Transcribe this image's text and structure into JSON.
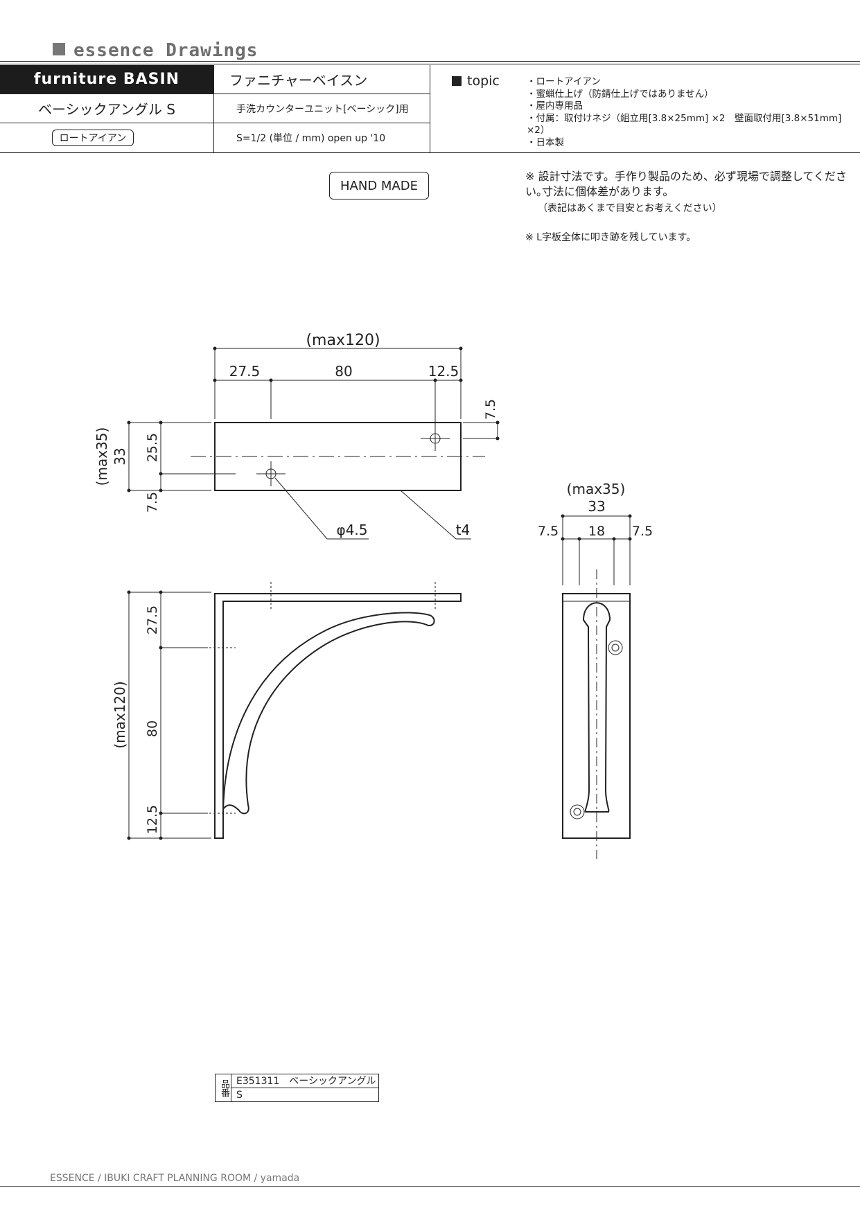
{
  "brand": "essence Drawings",
  "header": {
    "series_en": "furniture BASIN",
    "series_jp": "ファニチャーベイスン",
    "product": "ベーシックアングル S",
    "usage": "手洗カウンターユニット[ベーシック]用",
    "material_badge": "ロートアイアン",
    "scale": "S=1/2 (単位 / mm)   open up '10"
  },
  "topic": {
    "title": "topic",
    "items": [
      "・ロートアイアン",
      "・蜜蝋仕上げ（防錆仕上げではありません）",
      "・屋内専用品",
      "・付属：取付けネジ（組立用[3.8×25mm] ×2　壁面取付用[3.8×51mm] ×2）",
      "・日本製"
    ]
  },
  "badge": "HAND MADE",
  "notes": {
    "n1": "※ 設計寸法です。手作り製品のため、必ず現場で調整してください。",
    "n2": "寸法に個体差があります。",
    "n3": "（表記はあくまで目安とお考えください）",
    "n4": "※ L字板全体に叩き跡を残しています。"
  },
  "dims_top": {
    "max_width": "(max120)",
    "seg1": "27.5",
    "seg2": "80",
    "seg3": "12.5",
    "right": "7.5",
    "max_height": "(max35)",
    "height": "33",
    "h1": "25.5",
    "h2": "7.5",
    "hole": "φ4.5",
    "thickness": "t4"
  },
  "dims_side": {
    "max_h": "(max120)",
    "s1": "27.5",
    "s2": "80",
    "s3": "12.5"
  },
  "dims_front": {
    "max_w": "(max35)",
    "w": "33",
    "a": "7.5",
    "b": "18",
    "c": "7.5"
  },
  "part": {
    "label": "品番",
    "code": "E351311　ベーシックアングルS"
  },
  "footer": "ESSENCE / IBUKI CRAFT  PLANNING ROOM / yamada"
}
